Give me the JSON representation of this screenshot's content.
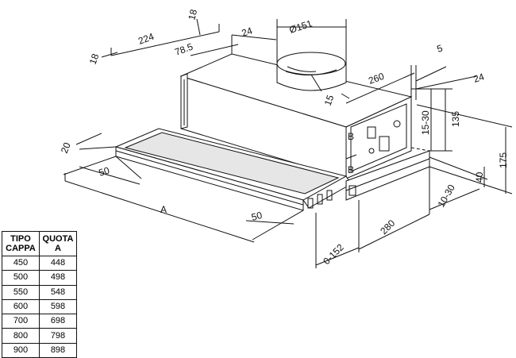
{
  "dimensions": {
    "d18_top": "18",
    "d224": "224",
    "d18_left": "18",
    "d24_top": "24",
    "d78_5": "78.5",
    "diameter": "Ø151",
    "d5": "5",
    "d24_right": "24",
    "d260": "260",
    "d15": "15",
    "d15_30": "15-30",
    "d135": "135",
    "d175": "175",
    "d20": "20",
    "d50_left": "50",
    "dA": "A",
    "d50_front": "50",
    "d40": "40",
    "d10_30": "10-30",
    "d280": "280",
    "d0_152": "0-152"
  },
  "size_table": {
    "headers": [
      "TIPO CAPPA",
      "QUOTA A"
    ],
    "rows": [
      [
        "450",
        "448"
      ],
      [
        "500",
        "498"
      ],
      [
        "550",
        "548"
      ],
      [
        "600",
        "598"
      ],
      [
        "700",
        "698"
      ],
      [
        "800",
        "798"
      ],
      [
        "900",
        "898"
      ]
    ]
  }
}
